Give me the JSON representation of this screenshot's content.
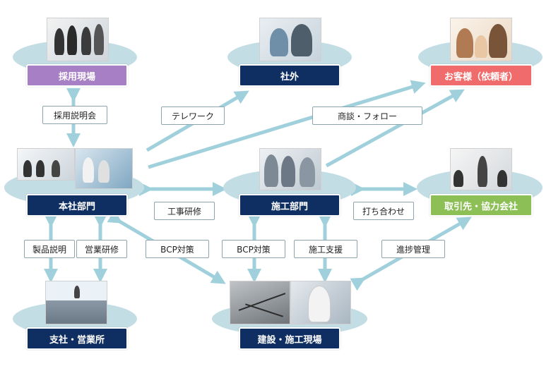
{
  "colors": {
    "navy": "#0f2f63",
    "purple": "#a77fc5",
    "salmon": "#f06b6b",
    "green": "#8cbf56",
    "arrow": "#9fd0db",
    "ellipse": "#c3dde5"
  },
  "nodes": {
    "recruit": {
      "label": "採用現場",
      "icon": "interview-photo"
    },
    "external": {
      "label": "社外",
      "icon": "family-laptop-photo"
    },
    "client": {
      "label": "お客様（依頼者）",
      "icon": "family-photo"
    },
    "headquarters": {
      "label": "本社部門",
      "icon": "meeting-room-photo"
    },
    "construction_dept": {
      "label": "施工部門",
      "icon": "engineers-photo"
    },
    "partners": {
      "label": "取引先・協力会社",
      "icon": "presentation-photo"
    },
    "branch": {
      "label": "支社・営業所",
      "icon": "seminar-photo"
    },
    "site": {
      "label": "建設・施工現場",
      "icon": "site-worker-photo"
    }
  },
  "relations": {
    "recruit_briefing": "採用説明会",
    "telework": "テレワーク",
    "negotiation": "商談・フォロー",
    "construction_training": "工事研修",
    "coordination": "打ち合わせ",
    "product_explanation": "製品説明",
    "sales_training": "営業研修",
    "bcp_hq": "BCP対策",
    "bcp_dept": "BCP対策",
    "construction_support": "施工支援",
    "progress_management": "進捗管理"
  }
}
